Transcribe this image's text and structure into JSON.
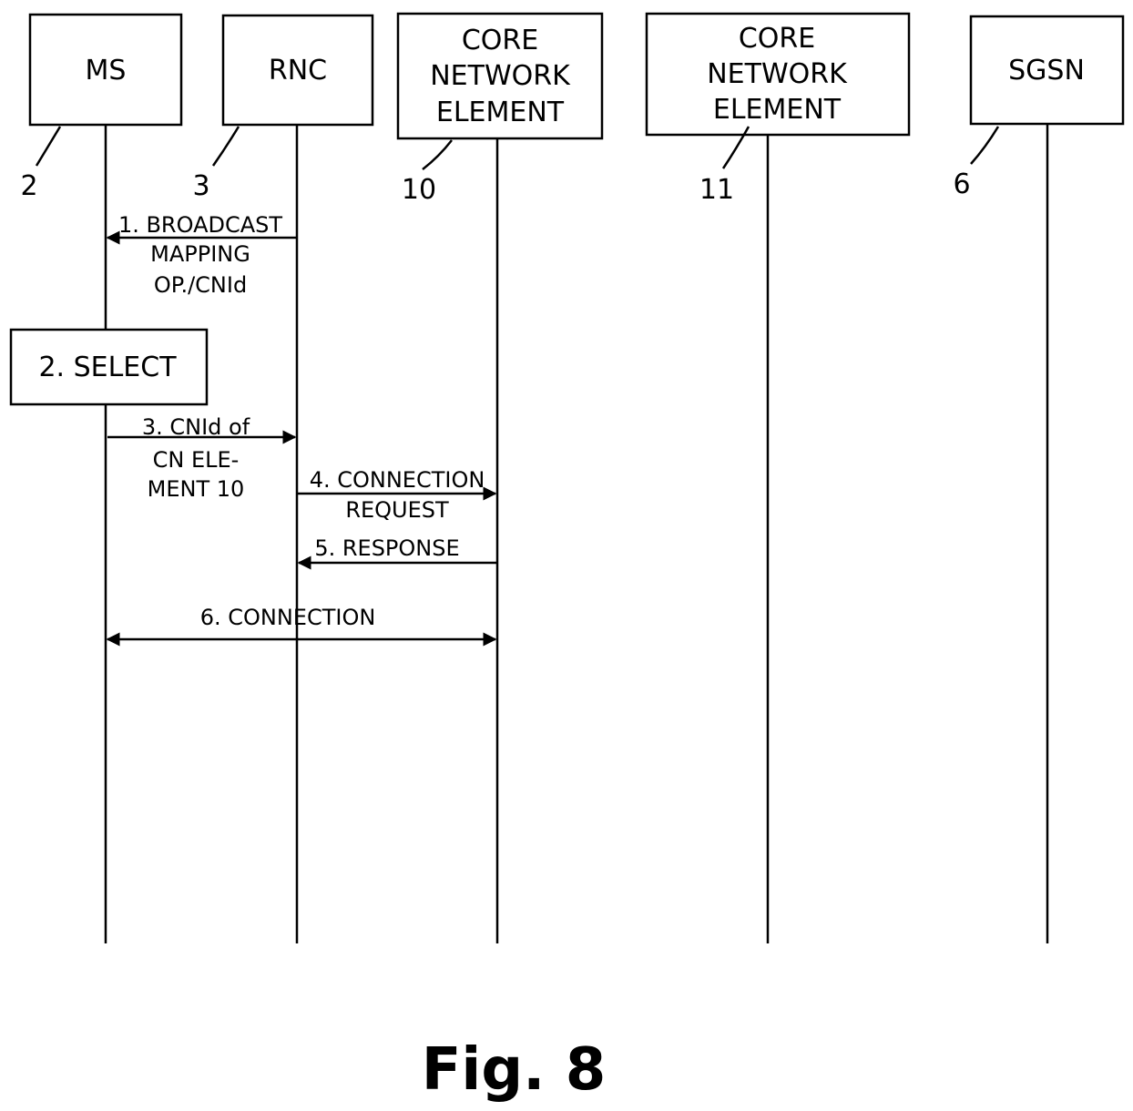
{
  "diagram": {
    "entities": [
      {
        "id": "ms",
        "lines": [
          "MS"
        ],
        "ref": "2"
      },
      {
        "id": "rnc",
        "lines": [
          "RNC"
        ],
        "ref": "3"
      },
      {
        "id": "cn10",
        "lines": [
          "CORE",
          "NETWORK",
          "ELEMENT"
        ],
        "ref": "10"
      },
      {
        "id": "cn11",
        "lines": [
          "CORE",
          "NETWORK",
          "ELEMENT"
        ],
        "ref": "11"
      },
      {
        "id": "sgsn",
        "lines": [
          "SGSN"
        ],
        "ref": "6"
      }
    ],
    "select_box": {
      "label": "2. SELECT"
    },
    "messages": [
      {
        "from": "rnc",
        "to": "ms",
        "bidirectional": false,
        "lines": [
          "1. BROADCAST",
          "MAPPING",
          "OP./CNId"
        ]
      },
      {
        "from": "ms",
        "to": "rnc",
        "bidirectional": false,
        "lines": [
          "3. CNId of",
          "CN ELE-",
          "MENT 10"
        ]
      },
      {
        "from": "rnc",
        "to": "cn10",
        "bidirectional": false,
        "lines": [
          "4. CONNECTION",
          "REQUEST"
        ]
      },
      {
        "from": "cn10",
        "to": "rnc",
        "bidirectional": false,
        "lines": [
          "5. RESPONSE"
        ]
      },
      {
        "from": "ms",
        "to": "cn10",
        "bidirectional": true,
        "lines": [
          "6. CONNECTION"
        ]
      }
    ]
  },
  "caption": "Fig. 8"
}
